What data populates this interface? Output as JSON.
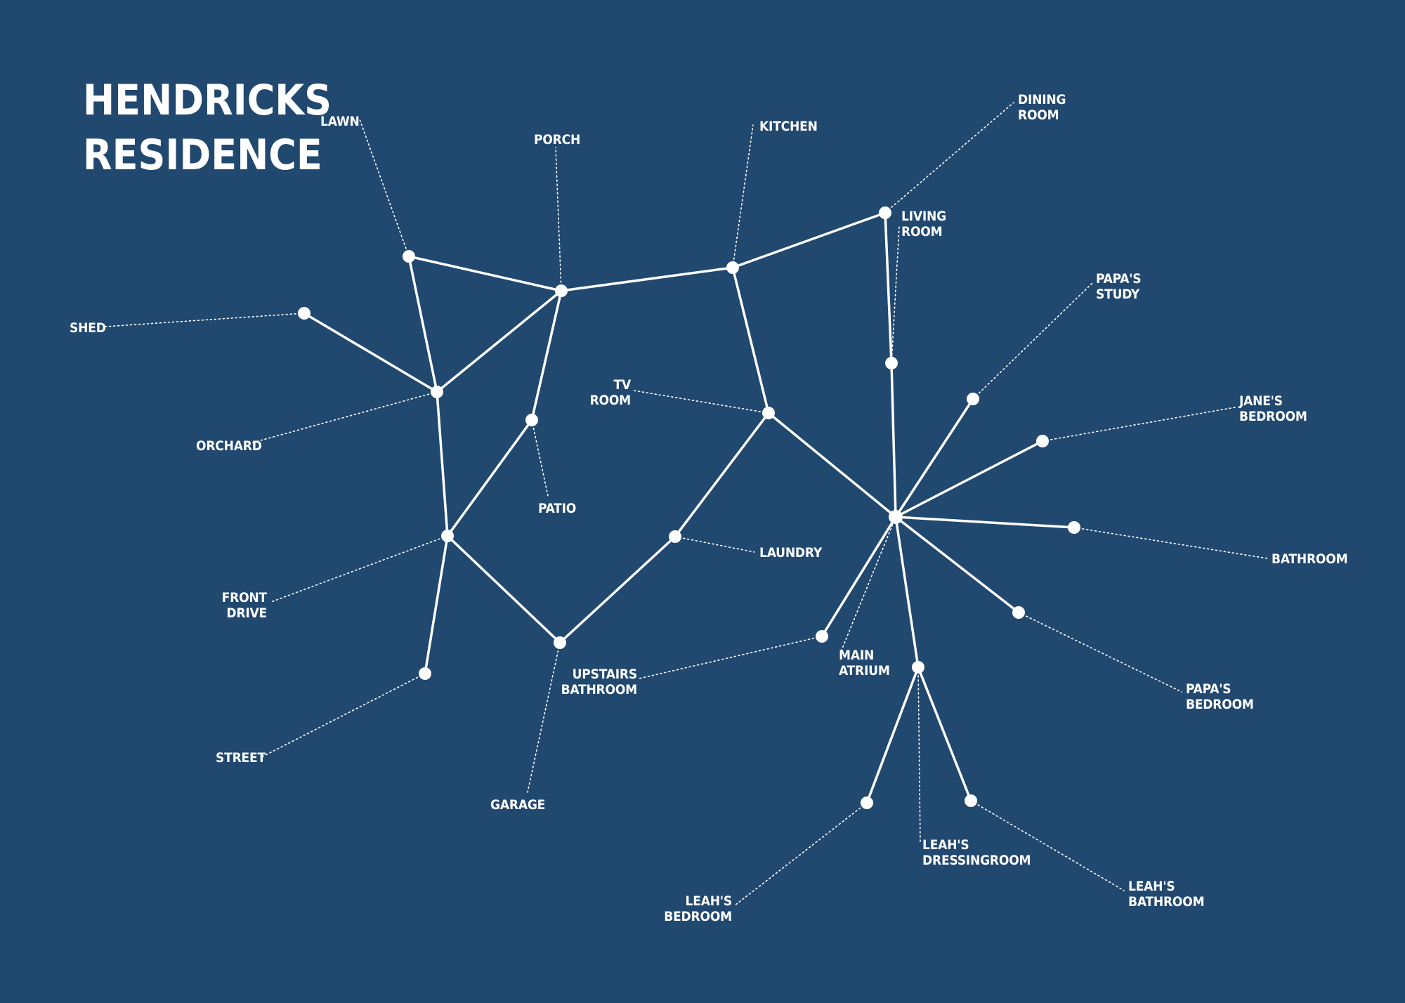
{
  "title": {
    "line1": "HENDRICKS",
    "line2": "RESIDENCE"
  },
  "colors": {
    "background": "#21486f",
    "foreground": "#ffffff"
  },
  "labels": {
    "lawn": [
      "LAWN"
    ],
    "porch": [
      "PORCH"
    ],
    "kitchen": [
      "KITCHEN"
    ],
    "dining_room": [
      "DINING",
      "ROOM"
    ],
    "living_room": [
      "LIVING",
      "ROOM"
    ],
    "papas_study": [
      "PAPA'S",
      "STUDY"
    ],
    "janes_bedroom": [
      "JANE'S",
      "BEDROOM"
    ],
    "bathroom": [
      "BATHROOM"
    ],
    "papas_bedroom": [
      "PAPA'S",
      "BEDROOM"
    ],
    "leahs_bathroom": [
      "LEAH'S",
      "BATHROOM"
    ],
    "leahs_dressingroom": [
      "LEAH'S",
      "DRESSINGROOM"
    ],
    "leahs_bedroom": [
      "LEAH'S",
      "BEDROOM"
    ],
    "main_atrium": [
      "MAIN",
      "ATRIUM"
    ],
    "upstairs_bathroom": [
      "UPSTAIRS",
      "BATHROOM"
    ],
    "garage": [
      "GARAGE"
    ],
    "laundry": [
      "LAUNDRY"
    ],
    "patio": [
      "PATIO"
    ],
    "tv_room": [
      "TV",
      "ROOM"
    ],
    "street": [
      "STREET"
    ],
    "front_drive": [
      "FRONT",
      "DRIVE"
    ],
    "orchard": [
      "ORCHARD"
    ],
    "shed": [
      "SHED"
    ]
  },
  "graph": {
    "connections": [
      [
        "lawn",
        "porch"
      ],
      [
        "lawn",
        "orchard"
      ],
      [
        "shed",
        "orchard"
      ],
      [
        "orchard",
        "porch"
      ],
      [
        "porch",
        "kitchen"
      ],
      [
        "porch",
        "patio"
      ],
      [
        "kitchen",
        "dining_room"
      ],
      [
        "kitchen",
        "tv_room"
      ],
      [
        "dining_room",
        "living_room"
      ],
      [
        "living_room",
        "main_atrium"
      ],
      [
        "orchard",
        "front_drive"
      ],
      [
        "patio",
        "front_drive"
      ],
      [
        "front_drive",
        "street"
      ],
      [
        "front_drive",
        "garage"
      ],
      [
        "garage",
        "laundry"
      ],
      [
        "laundry",
        "tv_room"
      ],
      [
        "tv_room",
        "main_atrium"
      ],
      [
        "main_atrium",
        "papas_study"
      ],
      [
        "main_atrium",
        "janes_bedroom"
      ],
      [
        "main_atrium",
        "bathroom"
      ],
      [
        "main_atrium",
        "papas_bedroom"
      ],
      [
        "main_atrium",
        "upstairs_bathroom"
      ],
      [
        "main_atrium",
        "leahs_dressingroom"
      ],
      [
        "leahs_dressingroom",
        "leahs_bedroom"
      ],
      [
        "leahs_dressingroom",
        "leahs_bathroom"
      ]
    ]
  }
}
